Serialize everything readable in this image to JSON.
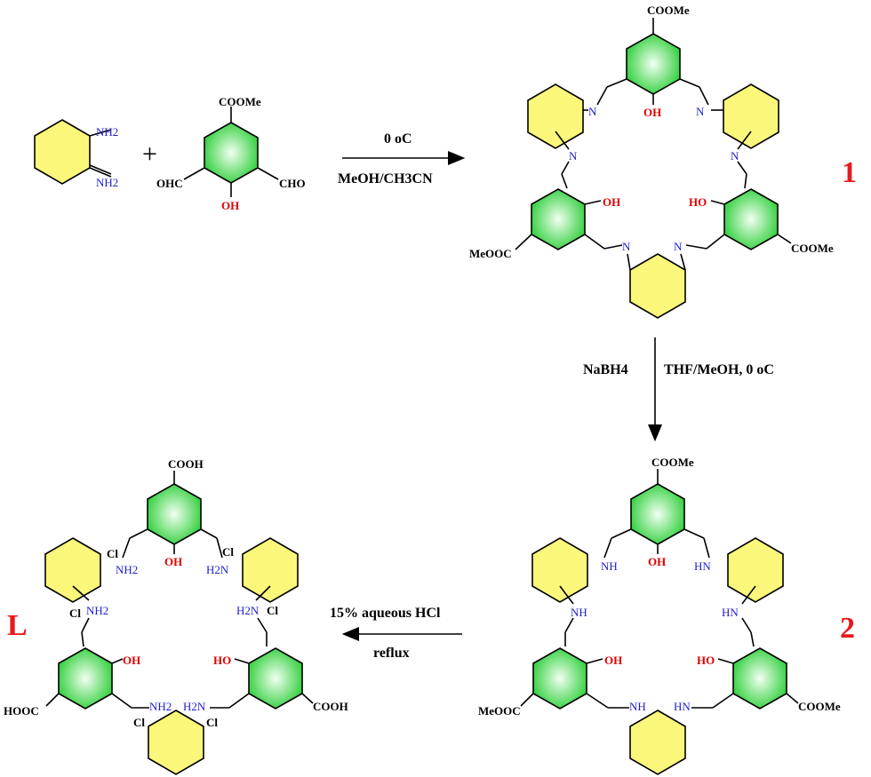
{
  "reactants": {
    "diamine": {
      "nh2_top": "NH2",
      "nh2_bottom": "NH2"
    },
    "plus": "+",
    "aldehyde": {
      "ester": "COOMe",
      "left_cho": "OHC",
      "right_cho": "CHO",
      "hydroxy": "OH"
    }
  },
  "step1": {
    "temp": "0 oC",
    "solvent": "MeOH/CH3CN"
  },
  "compound1": {
    "number": "1",
    "ester_top": "COOMe",
    "ester_left": "MeOOC",
    "ester_right": "COOMe",
    "imine": "N",
    "hydroxy": "OH",
    "hydroxy_left": "OH",
    "hydroxy_right": "HO"
  },
  "step2": {
    "reagent": "NaBH4",
    "conditions": "THF/MeOH, 0 oC"
  },
  "compound2": {
    "number": "2",
    "ester_top": "COOMe",
    "ester_left": "MeOOC",
    "ester_right": "COOMe",
    "amine": "NH",
    "amine_rev": "HN",
    "hydroxy": "OH",
    "hydroxy_right": "HO"
  },
  "step3": {
    "reagent": "15% aqueous HCl",
    "conditions": "reflux"
  },
  "compoundL": {
    "number": "L",
    "acid_top": "COOH",
    "acid_left": "HOOC",
    "acid_right": "COOH",
    "ammonium": "NH2",
    "ammonium_rev": "H2N",
    "chloride": "Cl",
    "hydroxy": "OH",
    "hydroxy_right": "HO"
  }
}
